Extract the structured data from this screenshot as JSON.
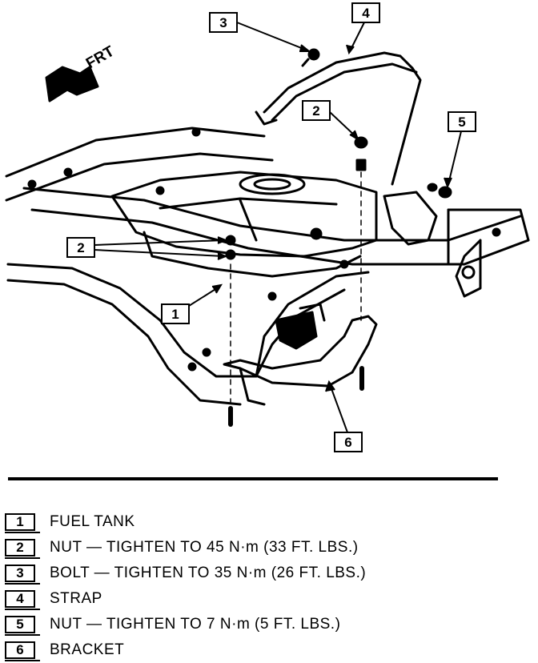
{
  "diagram": {
    "direction_label": "FRT",
    "callouts": [
      {
        "id": "callout-3-bolt",
        "number": "3"
      },
      {
        "id": "callout-4-strap",
        "number": "4"
      },
      {
        "id": "callout-2-nut-top",
        "number": "2"
      },
      {
        "id": "callout-5-nut",
        "number": "5"
      },
      {
        "id": "callout-2-nut-left",
        "number": "2"
      },
      {
        "id": "callout-1-fuel-tank",
        "number": "1"
      },
      {
        "id": "callout-6-bracket",
        "number": "6"
      }
    ]
  },
  "legend": [
    {
      "number": "1",
      "text": "FUEL TANK"
    },
    {
      "number": "2",
      "text": "NUT — TIGHTEN TO 45 N·m (33 FT. LBS.)"
    },
    {
      "number": "3",
      "text": "BOLT — TIGHTEN TO 35 N·m (26 FT. LBS.)"
    },
    {
      "number": "4",
      "text": "STRAP"
    },
    {
      "number": "5",
      "text": "NUT — TIGHTEN TO 7 N·m (5 FT. LBS.)"
    },
    {
      "number": "6",
      "text": "BRACKET"
    }
  ]
}
